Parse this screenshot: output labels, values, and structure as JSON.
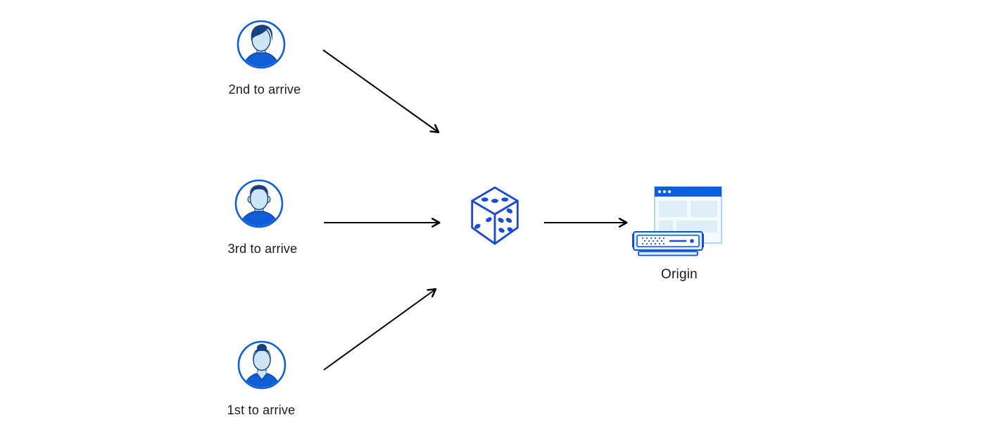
{
  "diagram": {
    "title": "random-request-routing-diagram",
    "users": [
      {
        "id": "user-second",
        "label": "2nd to arrive",
        "avatar_icon": "man-swept-hair-avatar-icon"
      },
      {
        "id": "user-third",
        "label": "3rd to arrive",
        "avatar_icon": "man-flat-hair-avatar-icon"
      },
      {
        "id": "user-first",
        "label": "1st to arrive",
        "avatar_icon": "woman-bun-avatar-icon"
      }
    ],
    "router": {
      "icon": "dice-icon"
    },
    "origin": {
      "label": "Origin",
      "icon": "origin-server-browser-icon"
    },
    "arrows": [
      {
        "from": "user-second",
        "to": "dice"
      },
      {
        "from": "user-third",
        "to": "dice"
      },
      {
        "from": "user-first",
        "to": "dice"
      },
      {
        "from": "dice",
        "to": "origin"
      }
    ],
    "colors": {
      "primary_blue": "#1552cc",
      "dice_blue": "#1b4bd2",
      "titlebar_blue": "#0b5fdd",
      "shirt_blue": "#0f5ed9",
      "hair_navy": "#17417f",
      "face_light_blue": "#cde6f7",
      "panel_light_blue": "#ddeef8",
      "window_bg": "#f4fafd",
      "arrow_black": "#000000",
      "text_color": "#1a1a1a"
    }
  }
}
